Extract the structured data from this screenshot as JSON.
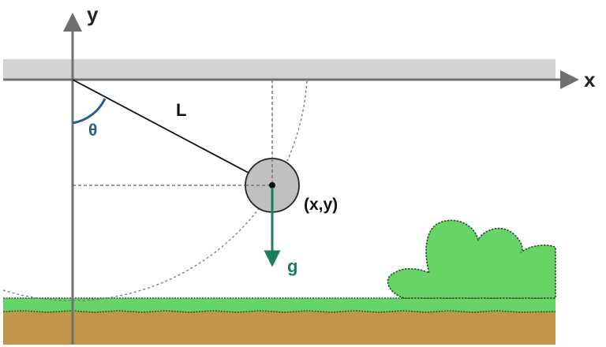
{
  "labels": {
    "y_axis": "y",
    "x_axis": "x",
    "length": "L",
    "angle": "θ",
    "position": "(x,y)",
    "gravity": "g"
  },
  "colors": {
    "ceiling": "#d3d3d3",
    "axis": "#707070",
    "angle_arc": "#2a5d8f",
    "gravity_arrow": "#1e7c5e",
    "bob": "#c0c0c0",
    "grass": "#66d466",
    "soil": "#c0954c",
    "bush": "#66d466"
  },
  "icons": {
    "bob": "pendulum-bob-icon",
    "bush": "bush-icon"
  }
}
